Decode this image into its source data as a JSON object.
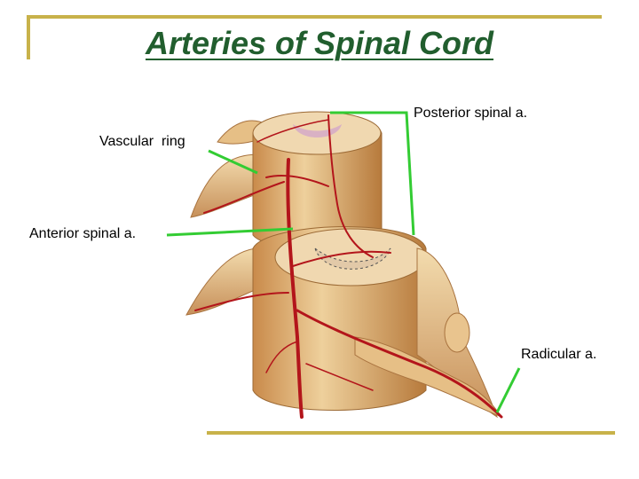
{
  "title": "Arteries of Spinal Cord",
  "labels": {
    "posterior_spinal": "Posterior spinal a.",
    "vascular_ring": "Vascular  ring",
    "anterior_spinal": "Anterior spinal a.",
    "radicular": "Radicular a."
  },
  "colors": {
    "frame": "#c8b24a",
    "title": "#215e2e",
    "leader_lines": "#33cc33",
    "cord_tissue": "#e8c48a",
    "arteries": "#b3151b"
  }
}
